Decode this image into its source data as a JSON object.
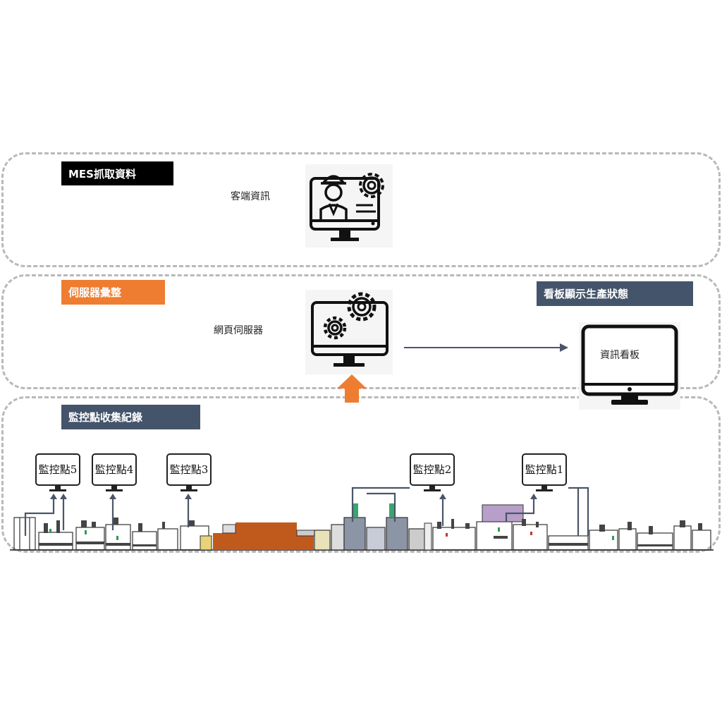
{
  "layers": {
    "top": {
      "tag": "MES抓取資料",
      "caption": "客端資訊",
      "icon": "engineer-monitor-icon"
    },
    "middle": {
      "tag": "伺服器彙整",
      "caption": "網頁伺服器",
      "icon": "server-gear-monitor-icon",
      "right_tag": "看板顯示生產狀態",
      "board_label": "資訊看板"
    },
    "bottom": {
      "tag": "監控點收集紀錄"
    }
  },
  "monitors": [
    "監控點5",
    "監控點4",
    "監控點3",
    "監控點2",
    "監控點1"
  ],
  "colors": {
    "black_tag": "#000000",
    "orange_tag": "#ef7d31",
    "slate_tag": "#44546a",
    "arrow_orange": "#ef7d31",
    "connector": "#4a5567",
    "oven": "#c05a1c"
  }
}
